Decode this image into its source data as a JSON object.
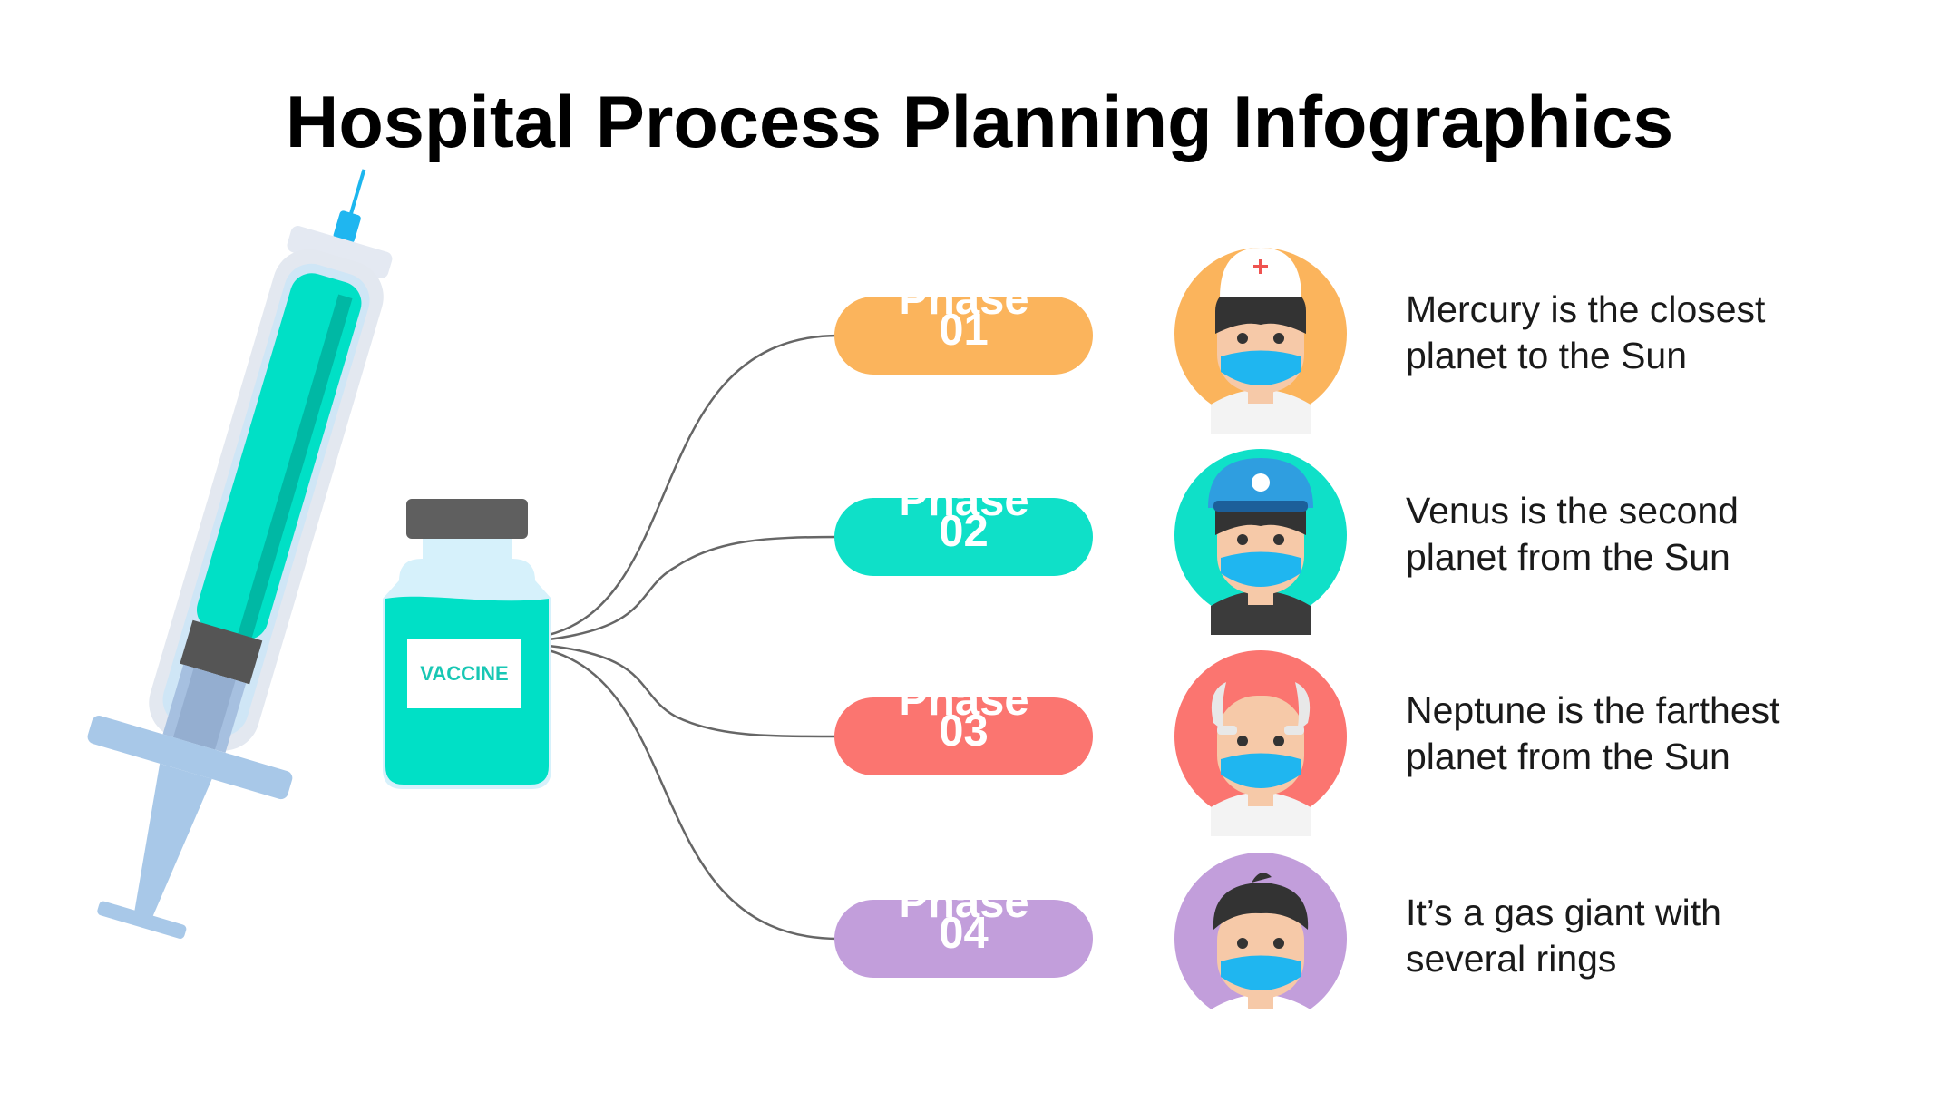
{
  "title": "Hospital Process Planning Infographics",
  "vaccine_label": "VACCINE",
  "phases": [
    {
      "line1": "Phase",
      "line2": "01",
      "color": "#fbb45c",
      "line_a": "Mercury is the closest",
      "line_b": "planet to the Sun",
      "avatar": "nurse-avatar-icon"
    },
    {
      "line1": "Phase",
      "line2": "02",
      "color": "#0fe0c8",
      "line_a": "Venus is the second",
      "line_b": "planet from the Sun",
      "avatar": "police-avatar-icon"
    },
    {
      "line1": "Phase",
      "line2": "03",
      "color": "#fb7570",
      "line_a": "Neptune is the farthest",
      "line_b": "planet from the Sun",
      "avatar": "elder-avatar-icon"
    },
    {
      "line1": "Phase",
      "line2": "04",
      "color": "#c29edb",
      "line_a": "It’s a gas giant with",
      "line_b": "several rings",
      "avatar": "young-avatar-icon"
    }
  ],
  "colors": {
    "teal": "#00e0c6",
    "teal_dark": "#00b8a4",
    "syringe_light": "#a8c8e8",
    "cap": "#5f5f5f",
    "face": "#f6c9a8",
    "mask": "#1fb6f0",
    "hair": "#333333"
  }
}
